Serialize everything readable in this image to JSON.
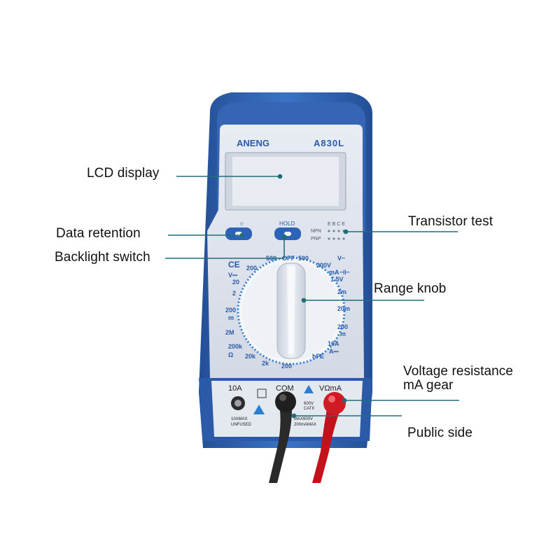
{
  "callouts": {
    "lcd_display": "LCD display",
    "data_retention": "Data retention",
    "backlight_switch": "Backlight switch",
    "transistor_test": "Transistor test",
    "range_knob": "Range knob",
    "voltage_resistance_line1": "Voltage resistance",
    "voltage_resistance_line2": "mA gear",
    "public_side": "Public side"
  },
  "device": {
    "brand": "ANENG",
    "model": "A830L",
    "hold_label": "HOLD",
    "npn": "NPN",
    "pnp": "PNP",
    "ebce": "E B C E",
    "ce_mark": "CE",
    "dial": {
      "off": "OFF",
      "v500_left": "500",
      "v500_right": "500",
      "v200_left": "200",
      "v200v": "200V",
      "vac": "V~",
      "vdc": "V⎓",
      "v20": "20",
      "v2": "2",
      "m200": "200",
      "m_unit": "m",
      "ma": "mA⊣⊢",
      "v15": "1.5V",
      "a2m": "2m",
      "a20m": "20m",
      "a200": "200",
      "a200m": "m",
      "r2M": "2M",
      "r200k": "200k",
      "ohm": "Ω",
      "r20k": "20k",
      "r2k": "2k",
      "r200": "200",
      "hfe": "hFE",
      "a10": "10A",
      "adc": "A⎓"
    },
    "jacks": {
      "ten_a": "10A",
      "com": "COM",
      "vohm_ma": "VΩmA",
      "warn_left_1": "10AMAX",
      "warn_left_2": "UNFUSED",
      "warn_right_1": "600V",
      "warn_right_2": "CATII",
      "warn_right_3": "MAX600V",
      "warn_right_4": "200mAMAX"
    }
  },
  "colors": {
    "housing_blue": "#2f63b4",
    "panel_grey": "#dfe4ee",
    "dial_blue": "#2c7fd0",
    "lcd": "#e6eaf0",
    "probe_red": "#d21a24",
    "probe_black": "#2a2a2a",
    "callout_line": "#1e6e7a"
  }
}
